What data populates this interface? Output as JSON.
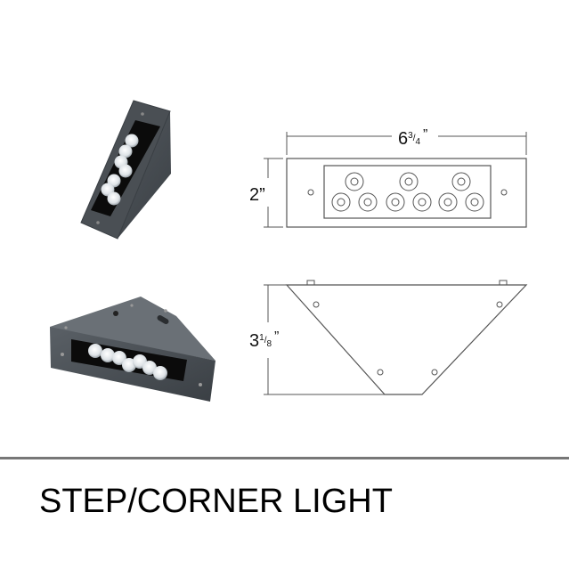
{
  "dimensions": {
    "width": {
      "whole": "6",
      "numerator": "3",
      "denominator": "4",
      "unit": "”"
    },
    "height": {
      "text": "2”"
    },
    "depth": {
      "whole": "3",
      "numerator": "1",
      "denominator": "8",
      "unit": "”"
    }
  },
  "title": "STEP/CORNER LIGHT",
  "colors": {
    "housing": "#4a4f54",
    "led_panel": "#0b0b0b",
    "led": "#dde2e6",
    "divider": "#777777",
    "drawing_line": "#555555"
  }
}
